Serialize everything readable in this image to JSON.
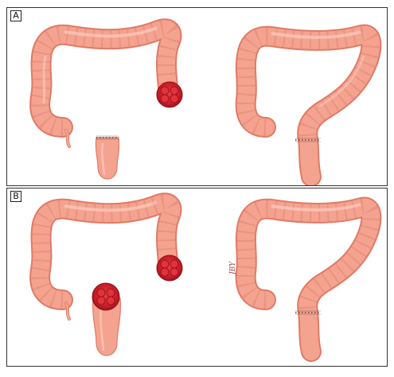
{
  "panels": [
    {
      "label": "A"
    },
    {
      "label": "B"
    }
  ],
  "signature": "JBY",
  "colors": {
    "bowel_fill": "#f4a390",
    "bowel_stroke": "#e07a66",
    "bowel_highlight": "#fbc6b8",
    "tumor": "#cc1f2a",
    "tumor_dark": "#8f0f18",
    "suture": "#3a2a2a"
  }
}
